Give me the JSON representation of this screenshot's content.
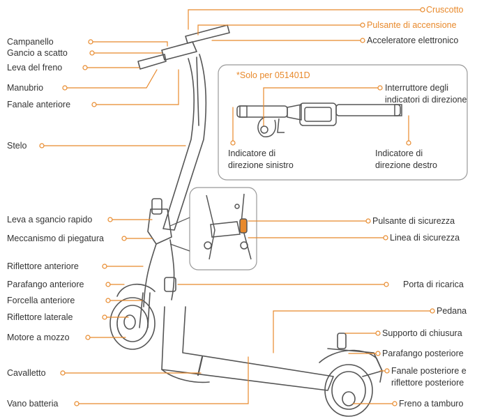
{
  "colors": {
    "accent": "#e8892b",
    "line": "#555555",
    "text": "#333333",
    "inset_border": "#999999"
  },
  "labels_left": [
    {
      "id": "bell",
      "text": "Campanello"
    },
    {
      "id": "snap_hook",
      "text": "Gancio a scatto"
    },
    {
      "id": "brake_lever",
      "text": "Leva del freno"
    },
    {
      "id": "handlebar",
      "text": "Manubrio"
    },
    {
      "id": "headlight",
      "text": "Fanale anteriore"
    },
    {
      "id": "stem",
      "text": "Stelo"
    },
    {
      "id": "quick_release",
      "text": "Leva a sgancio rapido"
    },
    {
      "id": "folding",
      "text": "Meccanismo di piegatura"
    },
    {
      "id": "front_reflector",
      "text": "Riflettore anteriore"
    },
    {
      "id": "front_fender",
      "text": "Parafango anteriore"
    },
    {
      "id": "front_fork",
      "text": "Forcella anteriore"
    },
    {
      "id": "side_reflector",
      "text": "Riflettore laterale"
    },
    {
      "id": "hub_motor",
      "text": "Motore a mozzo"
    },
    {
      "id": "kickstand",
      "text": "Cavalletto"
    },
    {
      "id": "battery",
      "text": "Vano batteria"
    }
  ],
  "labels_right": [
    {
      "id": "dashboard",
      "text": "Cruscotto",
      "accent": true
    },
    {
      "id": "power_button",
      "text": "Pulsante di accensione",
      "accent": true
    },
    {
      "id": "throttle",
      "text": "Acceleratore elettronico",
      "accent": false
    },
    {
      "id": "safety_button",
      "text": "Pulsante di sicurezza",
      "accent": false
    },
    {
      "id": "safety_line",
      "text": "Linea di sicurezza",
      "accent": false
    },
    {
      "id": "charging_port",
      "text": "Porta di ricarica",
      "accent": false
    },
    {
      "id": "deck",
      "text": "Pedana",
      "accent": false
    },
    {
      "id": "lock_support",
      "text": "Supporto di chiusura",
      "accent": false
    },
    {
      "id": "rear_fender",
      "text": "Parafango posteriore",
      "accent": false
    },
    {
      "id": "drum_brake",
      "text": "Freno a tamburo",
      "accent": false
    }
  ],
  "rear_light": {
    "line1": "Fanale posteriore e",
    "line2": "riflettore posteriore"
  },
  "inset": {
    "model_note": "*Solo per 051401D",
    "turn_switch": {
      "line1": "Interruttore degli",
      "line2": "indicatori di direzione"
    },
    "left_indicator": {
      "line1": "Indicatore di",
      "line2": "direzione sinistro"
    },
    "right_indicator": {
      "line1": "Indicatore di",
      "line2": "direzione destro"
    }
  }
}
